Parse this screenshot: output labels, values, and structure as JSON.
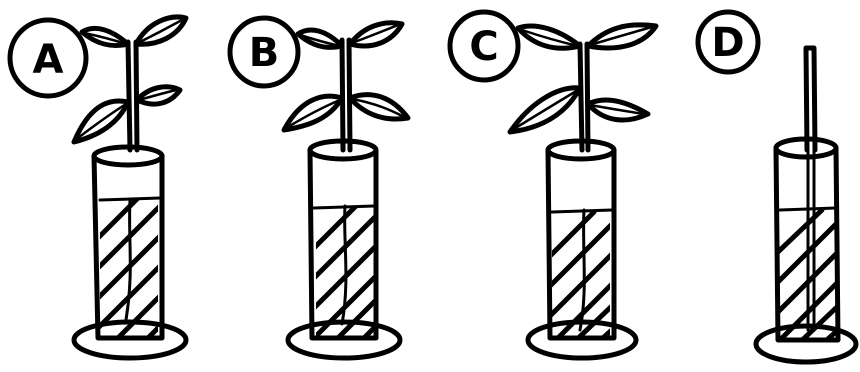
{
  "setups": [
    {
      "label": "A",
      "leaves": 4
    },
    {
      "label": "B",
      "leaves": 4
    },
    {
      "label": "C",
      "leaves": 4
    },
    {
      "label": "D",
      "leaves": 0
    }
  ],
  "colors": {
    "ink": "#000000",
    "background": "#ffffff"
  }
}
